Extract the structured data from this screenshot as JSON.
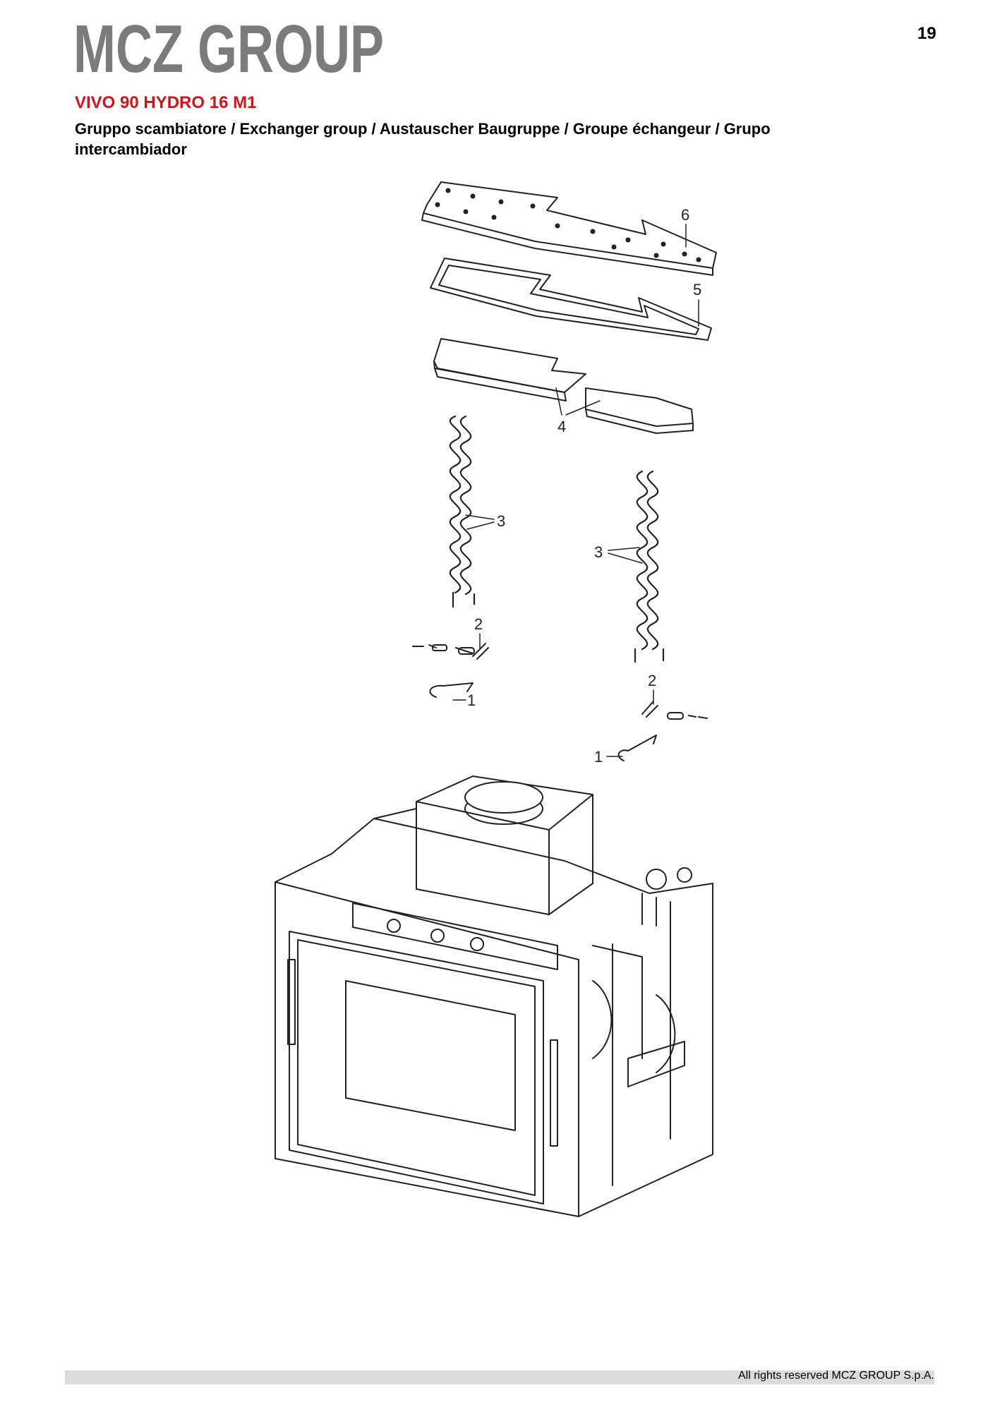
{
  "brand": {
    "logo_text": "MCZ GROUP",
    "color": "#7b7b7b"
  },
  "page_number": "19",
  "model": {
    "name": "VIVO 90 HYDRO 16 M1",
    "color": "#d0141b"
  },
  "section_title": "Gruppo scambiatore / Exchanger group / Austauscher Baugruppe / Groupe échangeur / Grupo intercambiador",
  "callouts": [
    "6",
    "5",
    "4",
    "3",
    "3",
    "2",
    "1",
    "2",
    "1"
  ],
  "footer": {
    "text": "All rights reserved MCZ GROUP S.p.A."
  }
}
